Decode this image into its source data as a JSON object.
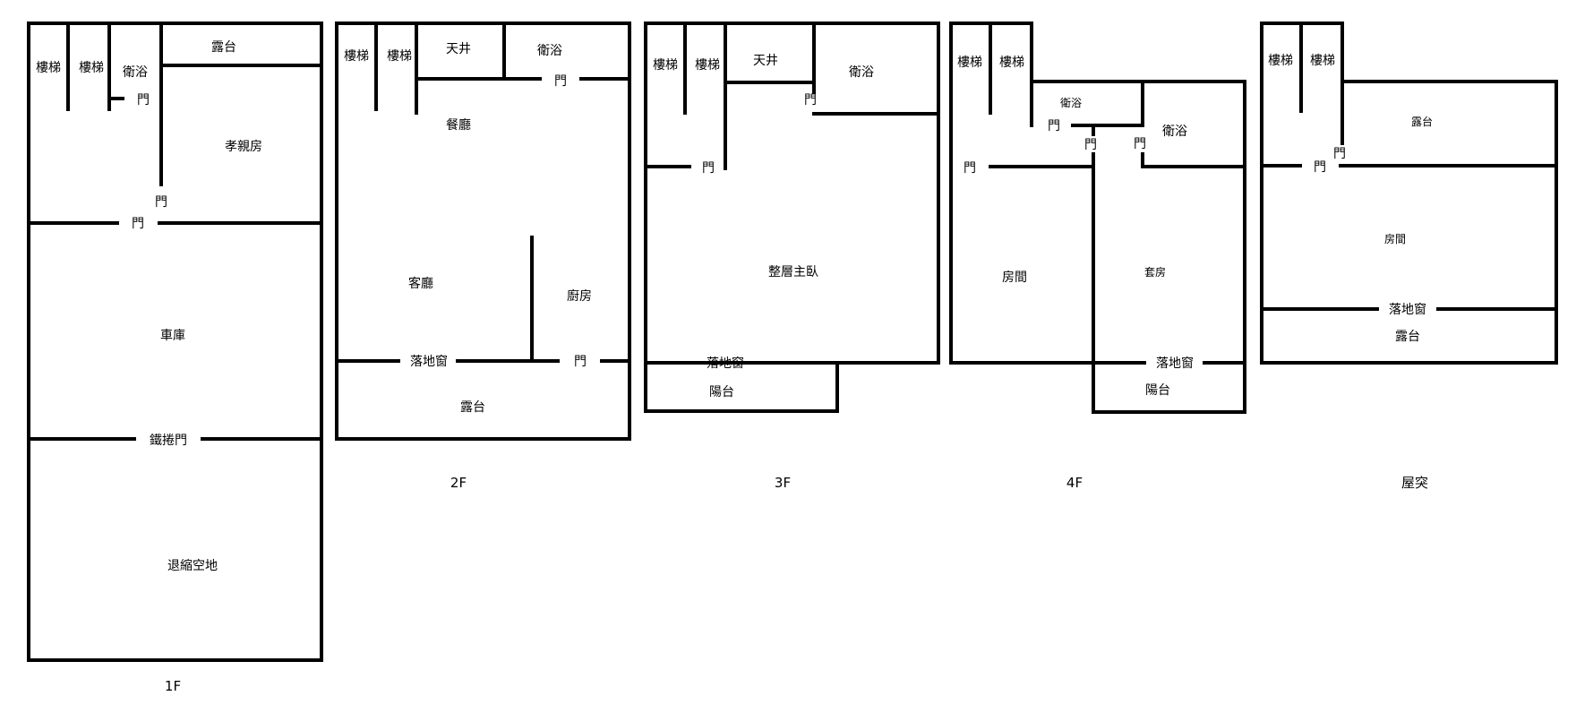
{
  "floors": {
    "f1": {
      "name": "1F",
      "rooms": {
        "stairs_a": "樓梯",
        "stairs_b": "樓梯",
        "bath": "衛浴",
        "terrace": "露台",
        "elder_room": "孝親房",
        "garage": "車庫",
        "setback": "退縮空地"
      },
      "doors": {
        "bath_door": "門",
        "elder_door": "門",
        "hall_door": "門",
        "rolling_door": "鐵捲門"
      }
    },
    "f2": {
      "name": "2F",
      "rooms": {
        "stairs_a": "樓梯",
        "stairs_b": "樓梯",
        "skylight": "天井",
        "bath": "衛浴",
        "dining": "餐廳",
        "living": "客廳",
        "kitchen": "廚房",
        "terrace": "露台"
      },
      "doors": {
        "bath_door": "門",
        "window": "落地窗",
        "kitchen_door": "門"
      }
    },
    "f3": {
      "name": "3F",
      "rooms": {
        "stairs_a": "樓梯",
        "stairs_b": "樓梯",
        "skylight": "天井",
        "bath": "衛浴",
        "master": "整層主臥",
        "balcony": "陽台"
      },
      "doors": {
        "bath_door": "門",
        "stair_door": "門",
        "window": "落地窗"
      }
    },
    "f4": {
      "name": "4F",
      "rooms": {
        "stairs_a": "樓梯",
        "stairs_b": "樓梯",
        "bath_small": "衛浴",
        "bath": "衛浴",
        "room": "房間",
        "suite": "套房",
        "balcony": "陽台"
      },
      "doors": {
        "door_a": "門",
        "door_b": "門",
        "door_c": "門",
        "door_d": "門",
        "window": "落地窗"
      }
    },
    "roof": {
      "name": "屋突",
      "rooms": {
        "stairs_a": "樓梯",
        "stairs_b": "樓梯",
        "terrace_top": "露台",
        "room": "房間",
        "terrace": "露台"
      },
      "doors": {
        "door_a": "門",
        "door_b": "門",
        "window": "落地窗"
      }
    }
  }
}
